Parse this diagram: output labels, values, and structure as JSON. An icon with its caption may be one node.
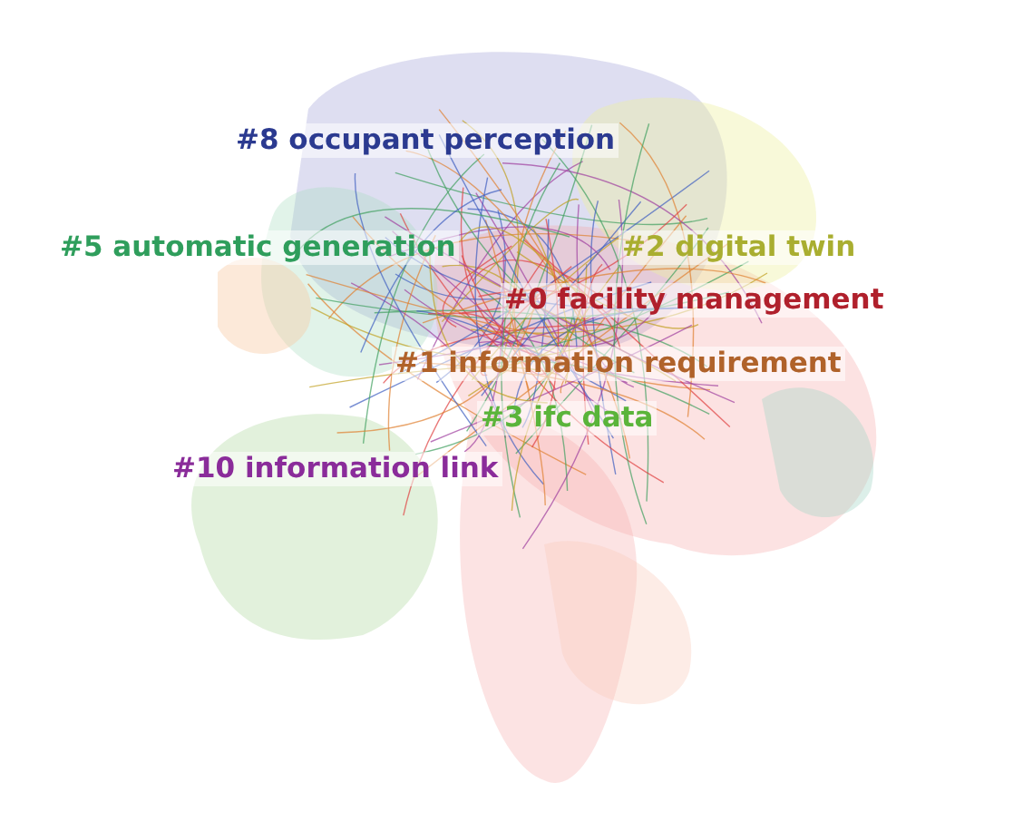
{
  "diagram": {
    "nodes": [
      {
        "text": [
          "#8 occupant perception"
        ]
      },
      {
        "text": [
          "#5 automatic generation"
        ]
      },
      {
        "text": [
          "#2 digital twin"
        ]
      },
      {
        "text": [
          "#0 facility management"
        ]
      },
      {
        "text": [
          "#1 information requirement"
        ]
      },
      {
        "text": [
          "#3 ifc data"
        ]
      },
      {
        "text": [
          "#10 information link"
        ]
      }
    ]
  }
}
